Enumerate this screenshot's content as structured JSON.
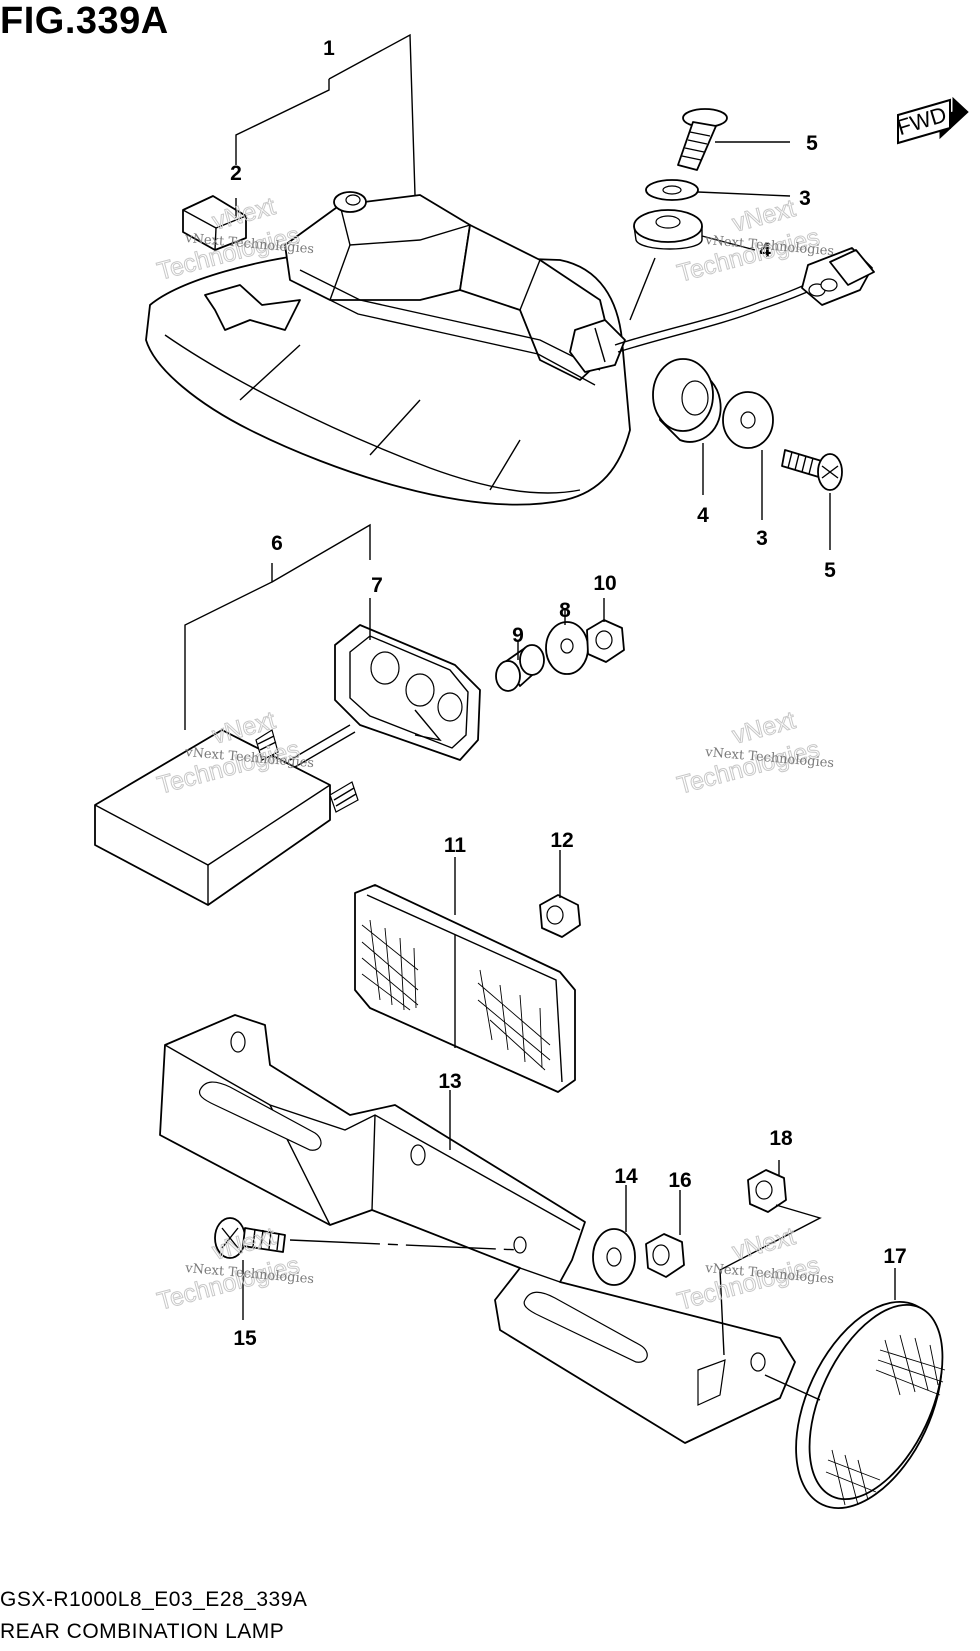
{
  "figure": {
    "title": "FIG.339A",
    "model_code": "GSX-R1000L8_E03_E28_339A",
    "caption": "REAR COMBINATION LAMP"
  },
  "direction_label": "FWD",
  "watermark": {
    "line1": "vNext Technologies",
    "line2": "vNext",
    "line3": "Technologies"
  },
  "parts": [
    {
      "number": "1"
    },
    {
      "number": "2"
    },
    {
      "number": "3"
    },
    {
      "number": "3"
    },
    {
      "number": "4"
    },
    {
      "number": "4"
    },
    {
      "number": "5"
    },
    {
      "number": "5"
    },
    {
      "number": "6"
    },
    {
      "number": "7"
    },
    {
      "number": "8"
    },
    {
      "number": "9"
    },
    {
      "number": "10"
    },
    {
      "number": "11"
    },
    {
      "number": "12"
    },
    {
      "number": "13"
    },
    {
      "number": "14"
    },
    {
      "number": "15"
    },
    {
      "number": "16"
    },
    {
      "number": "17"
    },
    {
      "number": "18"
    }
  ]
}
